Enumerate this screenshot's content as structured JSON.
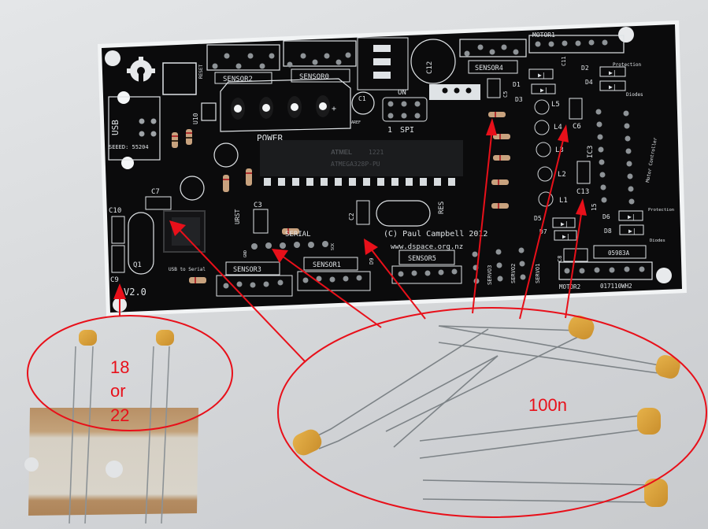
{
  "scene": "Photograph of an unpopulated/partially populated black PCB with ceramic capacitors laid out below, annotated with red arrows and ellipses",
  "colors": {
    "annotation": "#e8101a",
    "pcb": "#0b0b0c",
    "silkscreen": "#dfe3e6",
    "capacitor_body": "#d9a23c",
    "paper": "#d8dadc",
    "tape": "#c8a878"
  },
  "board": {
    "version_label": "V2.0",
    "copyright_line1": "(C) Paul Campbell 2012",
    "copyright_line2": "www.dspace.org.nz",
    "chip_brand": "ATMEL",
    "chip_date": "1221",
    "chip_part": "ATMEGA328P-PU",
    "usb_label": "USB",
    "seeed_label": "SEEED: 55204",
    "usb_serial_label": "USB to Serial",
    "power_label": "POWER",
    "reset_label": "RESET",
    "res_label": "RES",
    "serial_label": "SERIAL",
    "spi_label": "SPI",
    "spi_pin1": "1",
    "on_label": "ON",
    "aref_label": "AREF",
    "urst_label": "URST",
    "gnd_label": "GND",
    "sck_label": "SCK",
    "protection_label": "Protection",
    "diodes_label": "Diodes",
    "motor_controller_label": "Motor Controller",
    "part_no_1": "05983A",
    "part_no_2": "017110WH2",
    "pin15_label": "15",
    "connectors": [
      "SENSOR2",
      "SENSOR0",
      "SENSOR4",
      "SENSOR3",
      "SENSOR1",
      "SENSOR5",
      "MOTOR1",
      "MOTOR2",
      "SERVO1",
      "SERVO2",
      "SERVO3"
    ],
    "refdes": {
      "c1": "C1",
      "c2": "C2",
      "c3": "C3",
      "c5": "C5",
      "c6": "C6",
      "c7": "C7",
      "c8": "C8",
      "c9": "C9",
      "c10": "C10",
      "c11": "C11",
      "c12": "C12",
      "c13": "C13",
      "d1": "D1",
      "d2": "D2",
      "d3": "D3",
      "d4": "D4",
      "d5": "D5",
      "d6": "D6",
      "d7": "D7",
      "d8": "D8",
      "l1": "L1",
      "l2": "L2",
      "l3": "L3",
      "l4": "L4",
      "l5": "L5",
      "q1": "Q1",
      "ic3": "IC3",
      "u10": "U10"
    }
  },
  "annotations": {
    "small_caps_group_label": [
      "18",
      "or",
      "22"
    ],
    "large_caps_group_label": "100n",
    "small_caps_arrow_targets": [
      "C9",
      "C10"
    ],
    "large_caps_arrow_targets": [
      "C7",
      "C3",
      "C2",
      "C5",
      "C6",
      "C13"
    ]
  },
  "components": {
    "small_caps_count": 2,
    "large_caps_count": 6
  }
}
